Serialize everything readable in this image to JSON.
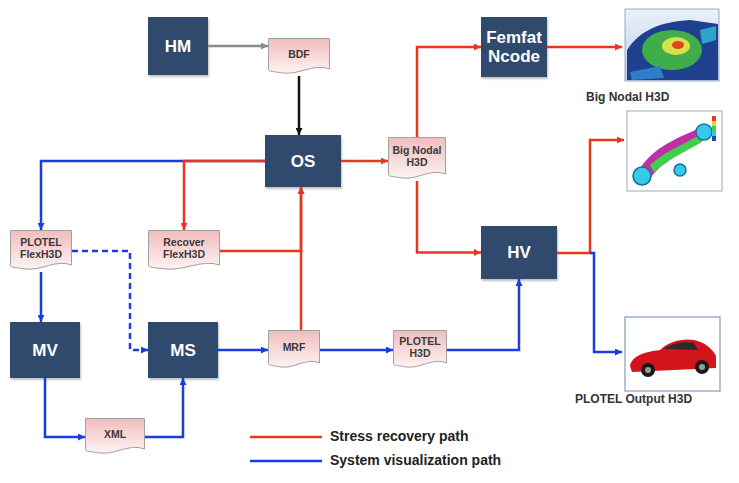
{
  "diagram": {
    "nodes": [
      {
        "text": [
          "HM"
        ]
      },
      {
        "text": [
          "BDF"
        ]
      },
      {
        "text": [
          "OS"
        ]
      },
      {
        "text": [
          "Femfat Ncode"
        ]
      },
      {
        "text": [
          "Big Nodal H3D"
        ]
      },
      {
        "text": [
          "PLOTEL FlexH3D"
        ]
      },
      {
        "text": [
          "Recover FlexH3D"
        ]
      },
      {
        "text": [
          "HV"
        ]
      },
      {
        "text": [
          "MV"
        ]
      },
      {
        "text": [
          "MS"
        ]
      },
      {
        "text": [
          "MRF"
        ]
      },
      {
        "text": [
          "PLOTEL H3D"
        ]
      },
      {
        "text": [
          "XML"
        ]
      }
    ],
    "edges": [
      {
        "from": 0,
        "to": 1,
        "arrow": "to"
      },
      {
        "from": 1,
        "to": 2,
        "arrow": "to"
      },
      {
        "from": 2,
        "to": 4,
        "arrow": "to"
      },
      {
        "from": 2,
        "to": 5,
        "arrow": "to"
      },
      {
        "from": 2,
        "to": 6,
        "arrow": "to"
      },
      {
        "from": 6,
        "to": 2,
        "arrow": "to"
      },
      {
        "from": 10,
        "to": 2,
        "arrow": "to"
      },
      {
        "from": 4,
        "to": 3,
        "arrow": "to"
      },
      {
        "from": 4,
        "to": 7,
        "arrow": "to"
      },
      {
        "from": 5,
        "to": 8,
        "arrow": "to"
      },
      {
        "from": 5,
        "to": 9,
        "arrow": "to"
      },
      {
        "from": 8,
        "to": 12,
        "arrow": "to"
      },
      {
        "from": 12,
        "to": 9,
        "arrow": "to"
      },
      {
        "from": 9,
        "to": 10,
        "arrow": "to"
      },
      {
        "from": 10,
        "to": 11,
        "arrow": "to"
      },
      {
        "from": 11,
        "to": 7,
        "arrow": "to"
      }
    ],
    "labels": [
      "Big Nodal H3D",
      "PLOTEL Output H3D"
    ],
    "legend": [
      {
        "text": "Stress recovery path"
      },
      {
        "text": "System visualization path"
      }
    ]
  }
}
